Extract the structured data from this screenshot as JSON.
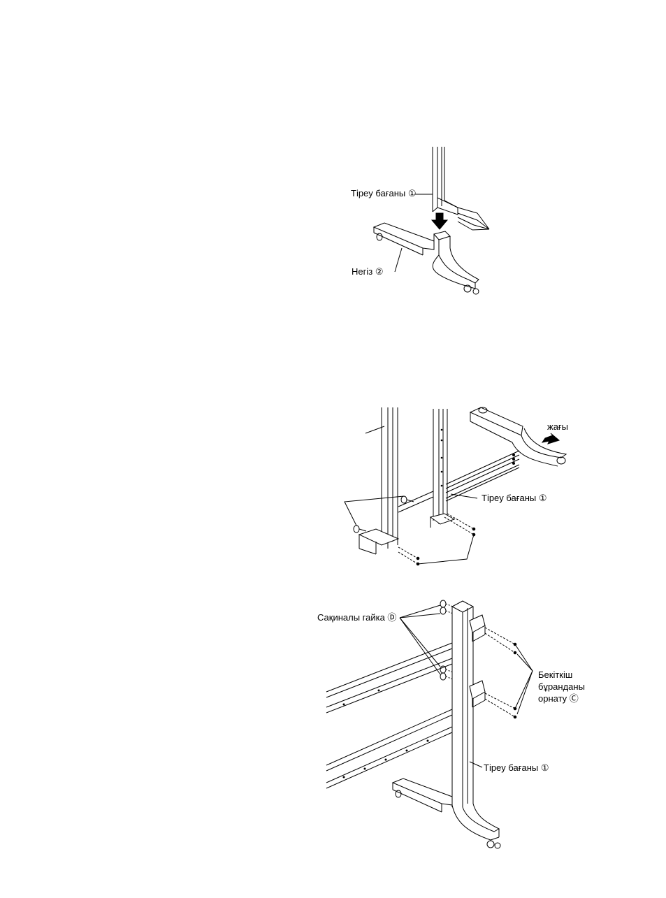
{
  "figure1": {
    "label_post": "Тірeу бағаны ①",
    "label_base": "Негіз ②"
  },
  "figure2": {
    "label_side": "жағы",
    "label_post": "Тірeу бағаны ①"
  },
  "figure3": {
    "label_nut": "Сақиналы гайка Ⓓ",
    "label_screw_line1": "Бекіткіш",
    "label_screw_line2": "бұранданы",
    "label_screw_line3": "орнату Ⓒ",
    "label_post": "Тірeу бағаны ①"
  }
}
